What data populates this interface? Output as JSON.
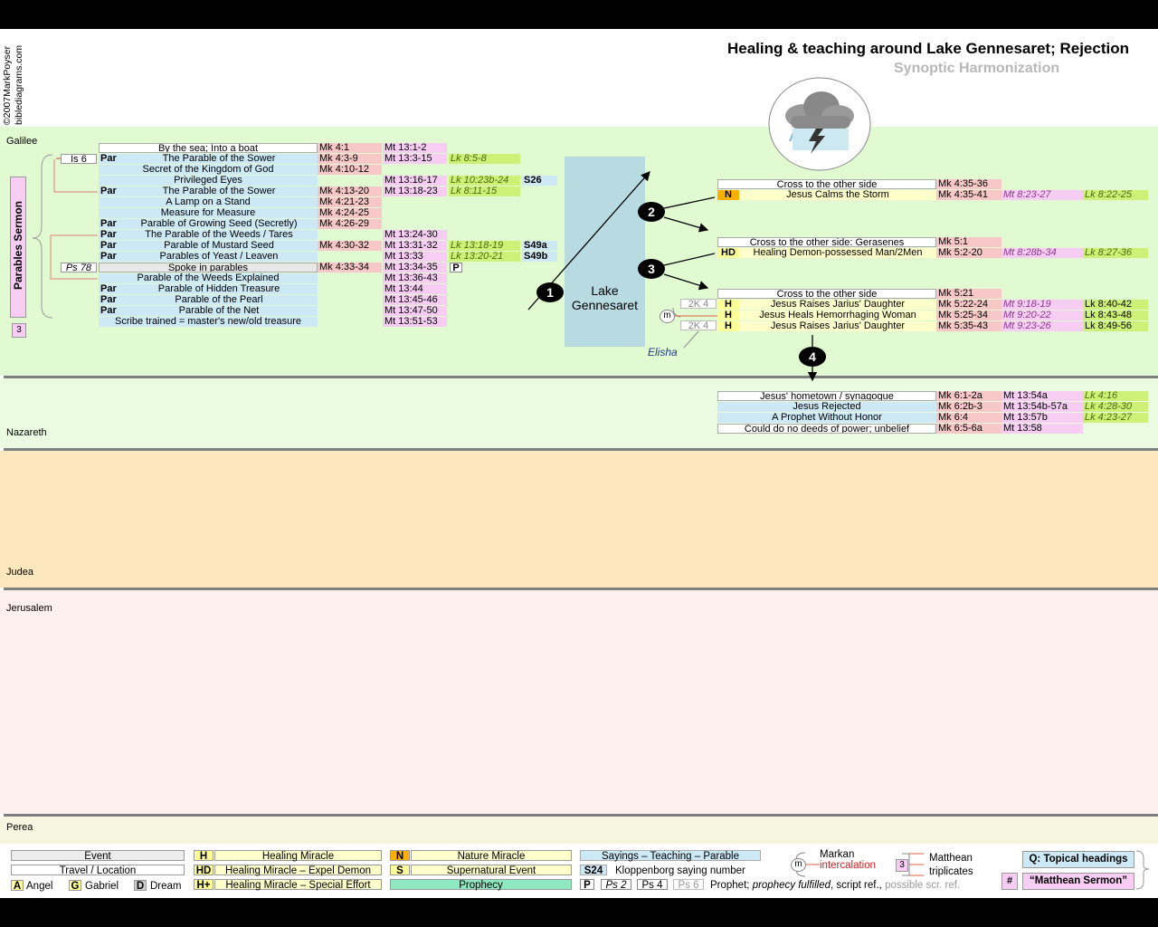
{
  "copyright": "©2007MarkPoyser",
  "site": "biblediagrams.com",
  "title": "Healing & teaching around Lake Gennesaret; Rejection",
  "subtitle": "Synoptic Harmonization",
  "regions": {
    "galilee": "Galilee",
    "nazareth": "Nazareth",
    "judea": "Judea",
    "jerusalem": "Jerusalem",
    "perea": "Perea"
  },
  "sermon": {
    "label": "Parables Sermon",
    "num": "3",
    "is6": "Is 6",
    "ps78": "Ps 78"
  },
  "lake": {
    "line1": "Lake",
    "line2": "Gennesaret"
  },
  "markers": {
    "m1": "1",
    "m2": "2",
    "m3": "3",
    "m4": "4",
    "m": "m",
    "elisha": "Elisha",
    "k1": "2K 4",
    "k2": "2K 4"
  },
  "parables": [
    {
      "tag": "",
      "title": "By the sea; Into a boat",
      "mk": "Mk 4:1",
      "mt": "Mt 13:1-2",
      "lk": "",
      "s": ""
    },
    {
      "tag": "Par",
      "title": "The Parable of the Sower",
      "mk": "Mk 4:3-9",
      "mt": "Mt 13:3-15",
      "lk": "Lk 8:5-8",
      "s": ""
    },
    {
      "tag": "",
      "title": "Secret of the Kingdom of God",
      "mk": "Mk 4:10-12",
      "mt": "",
      "lk": "",
      "s": ""
    },
    {
      "tag": "",
      "title": "Privileged Eyes",
      "mk": "",
      "mt": "Mt 13:16-17",
      "lk": "Lk 10:23b-24",
      "s": "S26"
    },
    {
      "tag": "Par",
      "title": "The Parable of the Sower",
      "mk": "Mk 4:13-20",
      "mt": "Mt 13:18-23",
      "lk": "Lk 8:11-15",
      "s": ""
    },
    {
      "tag": "",
      "title": "A Lamp on a Stand",
      "mk": "Mk 4:21-23",
      "mt": "",
      "lk": "",
      "s": ""
    },
    {
      "tag": "",
      "title": "Measure for Measure",
      "mk": "Mk 4:24-25",
      "mt": "",
      "lk": "",
      "s": ""
    },
    {
      "tag": "Par",
      "title": "Parable of Growing Seed (Secretly)",
      "mk": "Mk 4:26-29",
      "mt": "",
      "lk": "",
      "s": ""
    },
    {
      "tag": "Par",
      "title": "The Parable of the Weeds / Tares",
      "mk": "",
      "mt": "Mt 13:24-30",
      "lk": "",
      "s": ""
    },
    {
      "tag": "Par",
      "title": "Parable of Mustard Seed",
      "mk": "Mk 4:30-32",
      "mt": "Mt 13:31-32",
      "lk": "Lk 13:18-19",
      "s": "S49a"
    },
    {
      "tag": "Par",
      "title": "Parables of Yeast / Leaven",
      "mk": "",
      "mt": "Mt 13:33",
      "lk": "Lk 13:20-21",
      "s": "S49b"
    },
    {
      "tag": "",
      "title": "Spoke in parables",
      "mk": "Mk 4:33-34",
      "mt": "Mt 13:34-35",
      "lk": "",
      "s": "P"
    },
    {
      "tag": "",
      "title": "Parable of the Weeds Explained",
      "mk": "",
      "mt": "Mt 13:36-43",
      "lk": "",
      "s": ""
    },
    {
      "tag": "Par",
      "title": "Parable of Hidden Treasure",
      "mk": "",
      "mt": "Mt 13:44",
      "lk": "",
      "s": ""
    },
    {
      "tag": "Par",
      "title": "Parable of the Pearl",
      "mk": "",
      "mt": "Mt 13:45-46",
      "lk": "",
      "s": ""
    },
    {
      "tag": "Par",
      "title": "Parable of the Net",
      "mk": "",
      "mt": "Mt 13:47-50",
      "lk": "",
      "s": ""
    },
    {
      "tag": "",
      "title": "Scribe trained = master's new/old treasure",
      "mk": "",
      "mt": "Mt 13:51-53",
      "lk": "",
      "s": ""
    }
  ],
  "storm": {
    "cross": {
      "title": "Cross to the other side",
      "mk": "Mk 4:35-36"
    },
    "calm": {
      "tag": "N",
      "title": "Jesus Calms the Storm",
      "mk": "Mk 4:35-41",
      "mt": "Mt 8:23-27",
      "lk": "Lk 8:22-25"
    }
  },
  "gerasenes": {
    "cross": {
      "title": "Cross to the other side: Gerasenes",
      "mk": "Mk 5:1"
    },
    "heal": {
      "tag": "HD",
      "title": "Healing Demon-possessed Man/2Men",
      "mk": "Mk 5:2-20",
      "mt": "Mt 8:28b-34",
      "lk": "Lk 8:27-36"
    }
  },
  "jairus": {
    "cross": {
      "title": "Cross to the other side",
      "mk": "Mk 5:21"
    },
    "rows": [
      {
        "tag": "H",
        "title": "Jesus Raises Jarius' Daughter",
        "mk": "Mk 5:22-24",
        "mt": "Mt 9:18-19",
        "lk": "Lk 8:40-42"
      },
      {
        "tag": "H",
        "title": "Jesus Heals Hemorrhaging Woman",
        "mk": "Mk 5:25-34",
        "mt": "Mt 9:20-22",
        "lk": "Lk 8:43-48"
      },
      {
        "tag": "H",
        "title": "Jesus Raises Jarius' Daughter",
        "mk": "Mk 5:35-43",
        "mt": "Mt 9:23-26",
        "lk": "Lk 8:49-56"
      }
    ]
  },
  "nazareth_rows": [
    {
      "title": "Jesus' hometown / synagogue",
      "mk": "Mk 6:1-2a",
      "mt": "Mt 13:54a",
      "lk": "Lk 4:16"
    },
    {
      "title": "Jesus Rejected",
      "mk": "Mk 6:2b-3",
      "mt": "Mt 13:54b-57a",
      "lk": "Lk 4:28-30"
    },
    {
      "title": "A Prophet Without Honor",
      "mk": "Mk 6:4",
      "mt": "Mt 13:57b",
      "lk": "Lk 4:23-27"
    },
    {
      "title": "Could do no deeds of power; unbelief",
      "mk": "Mk 6:5-6a",
      "mt": "Mt 13:58",
      "lk": ""
    }
  ],
  "legend": {
    "event": "Event",
    "travel": "Travel / Location",
    "angel_k": "A",
    "angel": "Angel",
    "gabriel_k": "G",
    "gabriel": "Gabriel",
    "dream_k": "D",
    "dream": "Dream",
    "h_k": "H",
    "h": "Healing Miracle",
    "hd_k": "HD",
    "hd": "Healing Miracle – Expel Demon",
    "hp_k": "H+",
    "hp": "Healing Miracle – Special Effort",
    "n_k": "N",
    "n": "Nature Miracle",
    "s_k": "S",
    "s": "Supernatural Event",
    "prophecy": "Prophecy",
    "sayings": "Sayings – Teaching – Parable",
    "s24_k": "S24",
    "s24": "Kloppenborg saying number",
    "p_k": "P",
    "ps2": "Ps 2",
    "ps4": "Ps 4",
    "ps6": "Ps 6",
    "pdesc1": "Prophet;",
    "pdesc2": "prophecy fulfilled",
    "pdesc3": ", script ref.,",
    "pdesc4": "possible scr. ref.",
    "markan1": "Markan",
    "markan2": "intercalation",
    "m": "m",
    "matt1": "Matthean",
    "matt2": "triplicates",
    "matt_num": "3",
    "topical": "Q: Topical headings",
    "hash": "#",
    "msermon": "“Matthean Sermon”"
  }
}
